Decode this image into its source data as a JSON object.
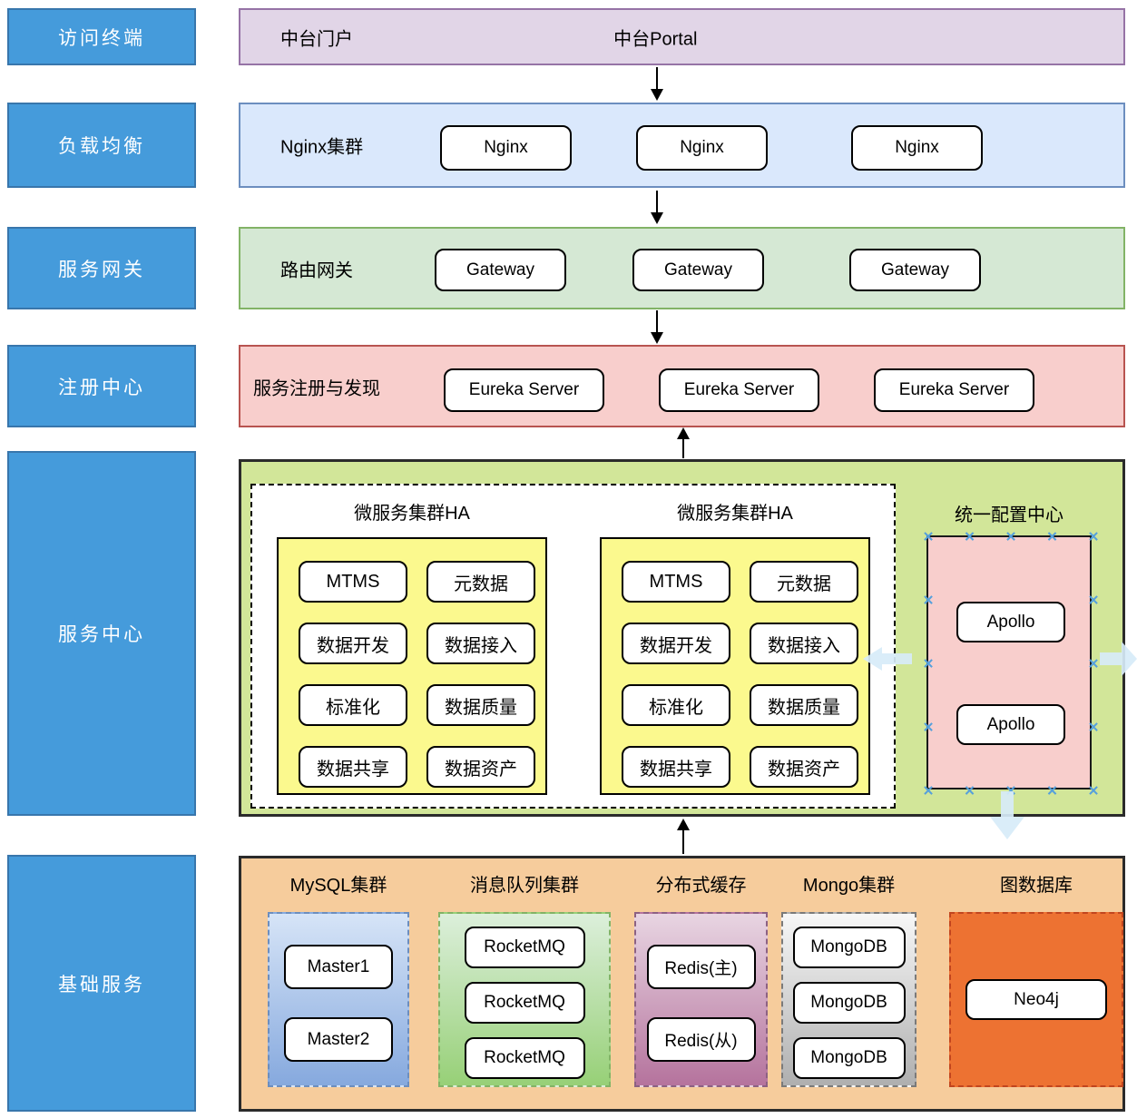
{
  "sidebar": {
    "items": [
      {
        "label": "访问终端"
      },
      {
        "label": "负载均衡"
      },
      {
        "label": "服务网关"
      },
      {
        "label": "注册中心"
      },
      {
        "label": "服务中心"
      },
      {
        "label": "基础服务"
      }
    ]
  },
  "portal": {
    "row_label": "中台门户",
    "portal_label": "中台Portal"
  },
  "load_balancer": {
    "row_label": "Nginx集群",
    "nodes": [
      "Nginx",
      "Nginx",
      "Nginx"
    ]
  },
  "gateway": {
    "row_label": "路由网关",
    "nodes": [
      "Gateway",
      "Gateway",
      "Gateway"
    ]
  },
  "registry": {
    "row_label": "服务注册与发现",
    "nodes": [
      "Eureka Server",
      "Eureka Server",
      "Eureka Server"
    ]
  },
  "service_center": {
    "clusters": [
      {
        "title": "微服务集群HA",
        "chips": [
          "MTMS",
          "元数据",
          "数据开发",
          "数据接入",
          "标准化",
          "数据质量",
          "数据共享",
          "数据资产"
        ]
      },
      {
        "title": "微服务集群HA",
        "chips": [
          "MTMS",
          "元数据",
          "数据开发",
          "数据接入",
          "标准化",
          "数据质量",
          "数据共享",
          "数据资产"
        ]
      }
    ],
    "config_center": {
      "title": "统一配置中心",
      "nodes": [
        "Apollo",
        "Apollo"
      ]
    }
  },
  "basic_services": {
    "groups": [
      {
        "title": "MySQL集群",
        "nodes": [
          "Master1",
          "Master2"
        ]
      },
      {
        "title": "消息队列集群",
        "nodes": [
          "RocketMQ",
          "RocketMQ",
          "RocketMQ"
        ]
      },
      {
        "title": "分布式缓存",
        "nodes": [
          "Redis(主)",
          "Redis(从)"
        ]
      },
      {
        "title": "Mongo集群",
        "nodes": [
          "MongoDB",
          "MongoDB",
          "MongoDB"
        ]
      },
      {
        "title": "图数据库",
        "nodes": [
          "Neo4j"
        ]
      }
    ]
  },
  "colors": {
    "sidebar_fill": "#459BDB",
    "sidebar_border": "#3876AC",
    "portal_fill": "#E1D5E7",
    "portal_border": "#9673A6",
    "lb_fill": "#DAE8FC",
    "lb_border": "#6C8EBF",
    "gateway_fill": "#D5E8D4",
    "gateway_border": "#82B366",
    "registry_fill": "#F8CECC",
    "registry_border": "#B85450",
    "service_area_fill": "#D2E699",
    "cluster_fill": "#FBF98E",
    "config_fill": "#F8CECC",
    "basic_area_fill": "#F6CC9C",
    "neo4j_fill": "#ED7232",
    "selection_handle": "#55A0DC",
    "soft_arrow": "#D7EBF8"
  }
}
